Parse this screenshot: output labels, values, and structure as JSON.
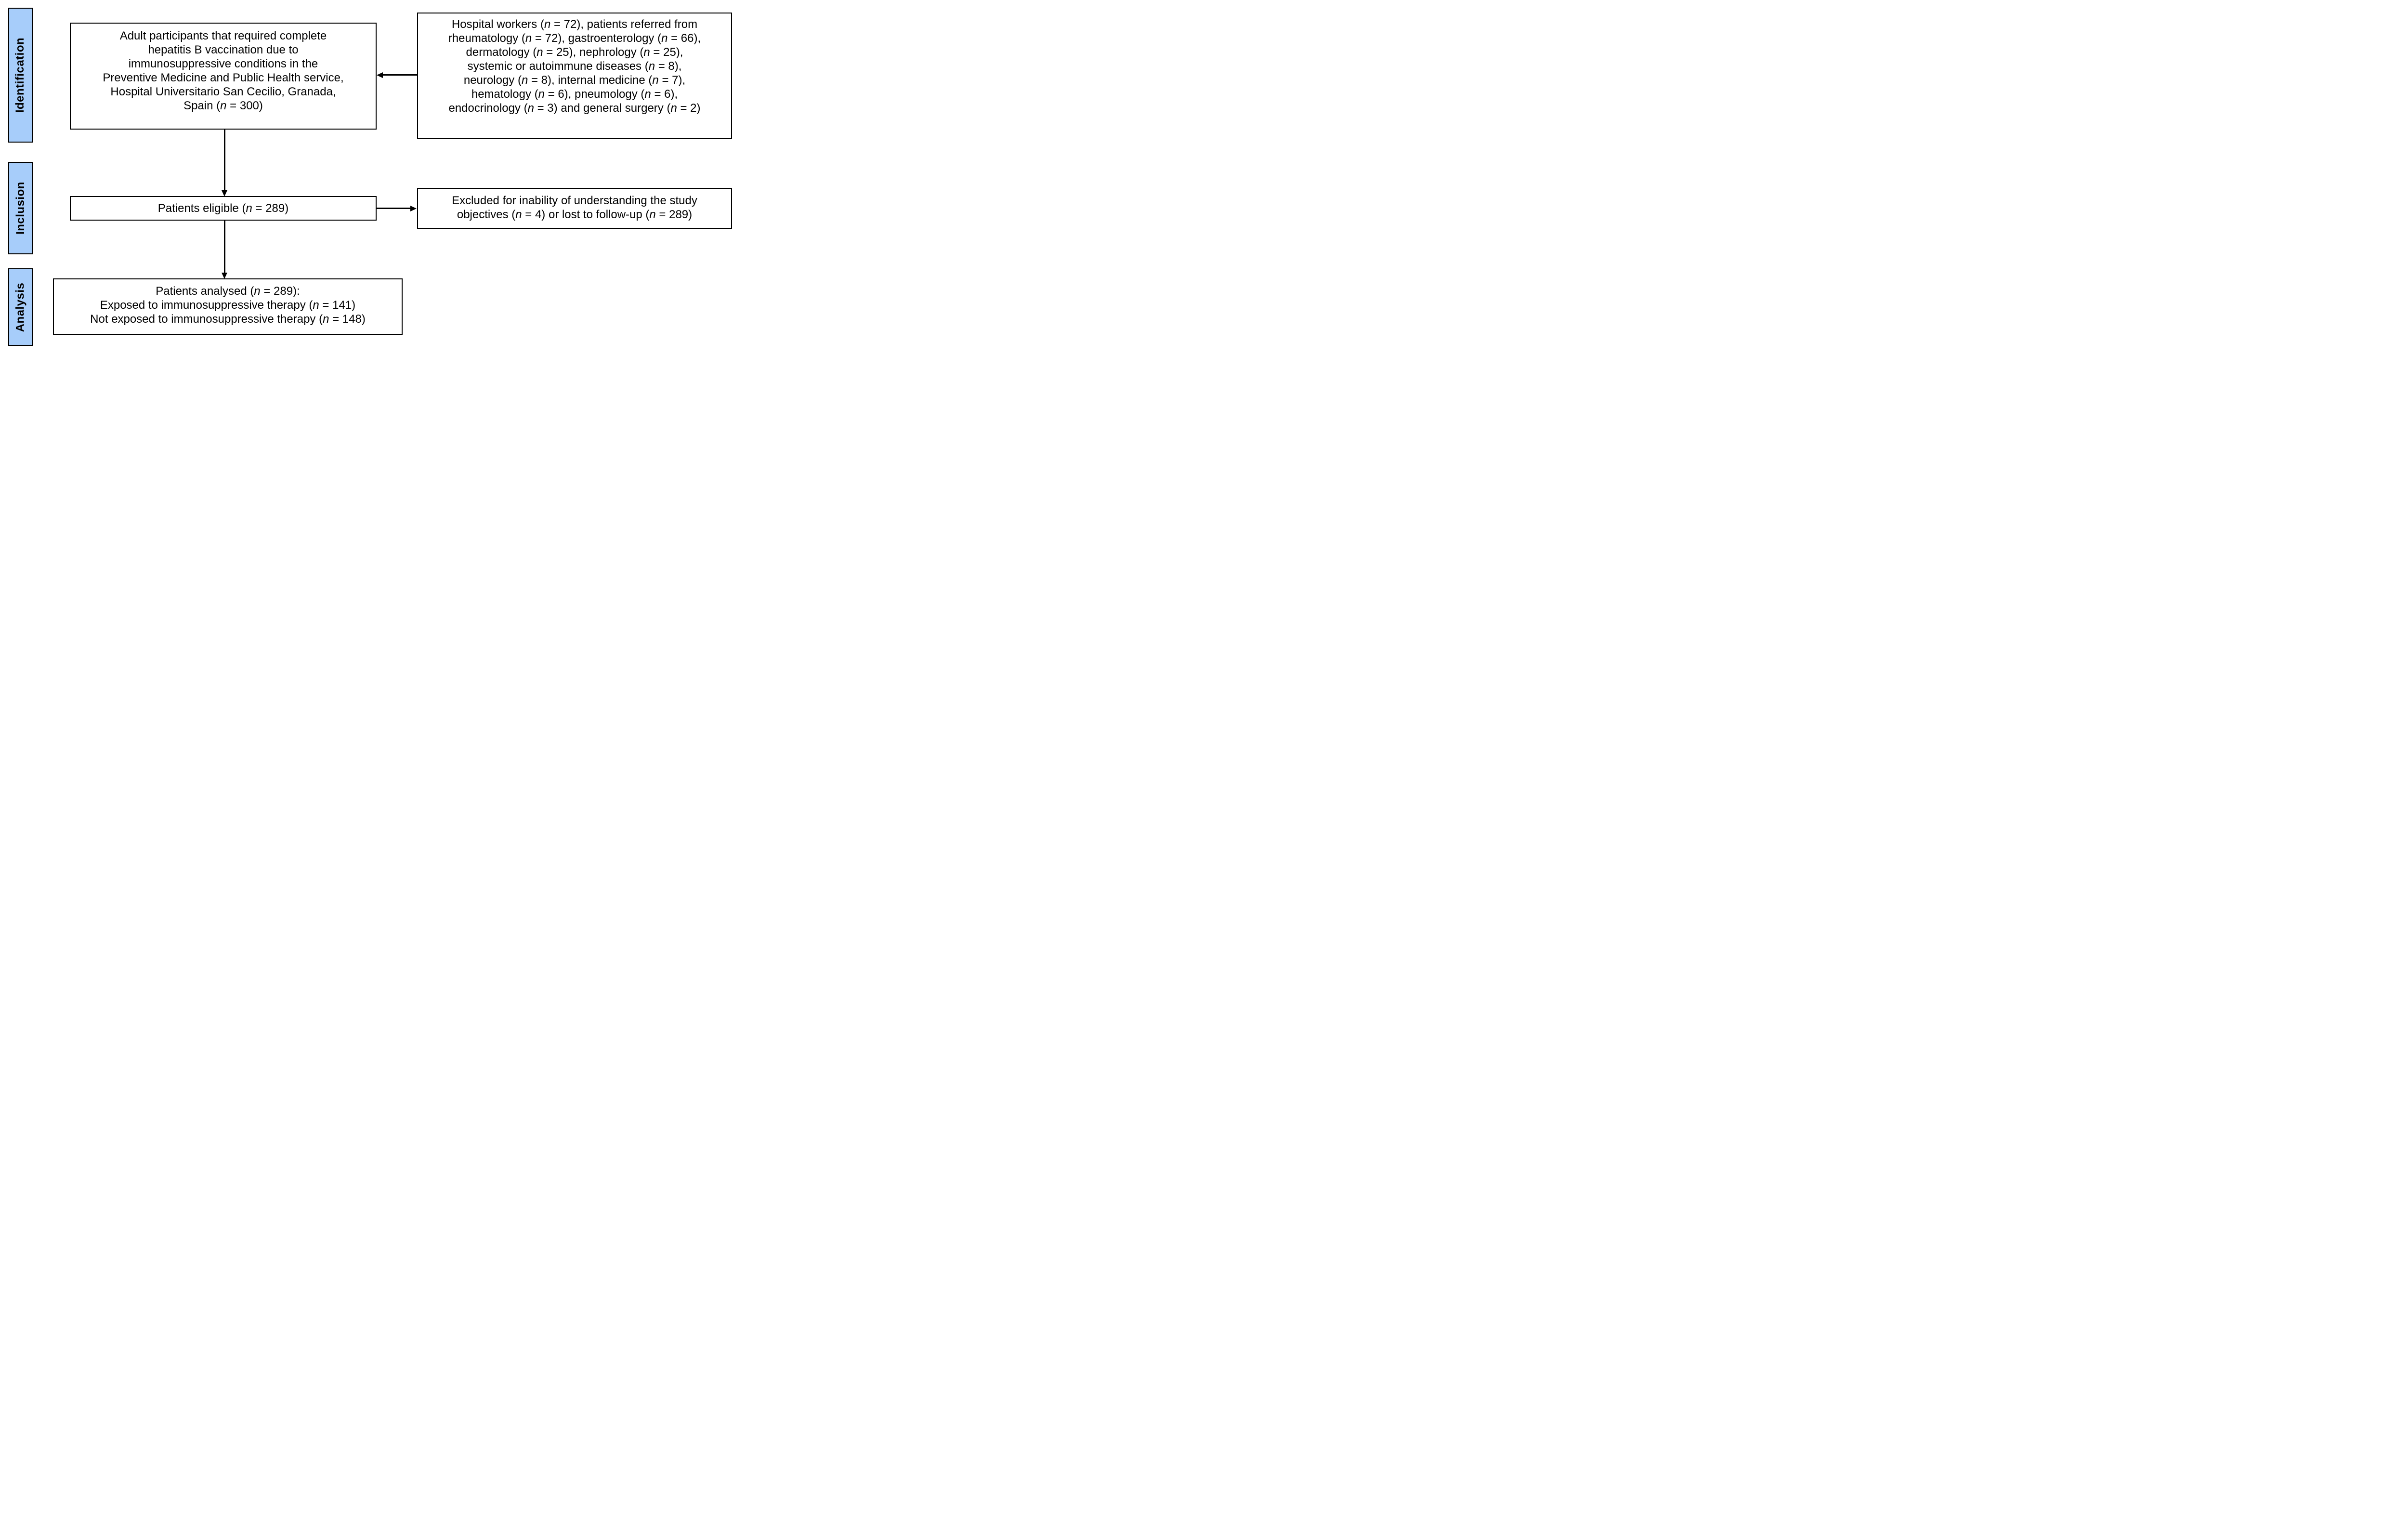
{
  "diagram": {
    "stages": [
      {
        "label": "Identification"
      },
      {
        "label": "Inclusion"
      },
      {
        "label": "Analysis"
      }
    ],
    "boxes": {
      "population": {
        "lines": [
          "Adult participants that required complete",
          "hepatitis B vaccination due to",
          "immunosuppressive conditions in the",
          "Preventive Medicine and Public Health service,",
          "Hospital Universitario San Cecilio, Granada,",
          "Spain (n = 300)"
        ]
      },
      "sources": {
        "lines": [
          "Hospital workers (n = 72), patients referred from",
          "rheumatology (n = 72), gastroenterology (n = 66),",
          "dermatology (n = 25), nephrology (n = 25),",
          "systemic or autoimmune diseases (n = 8),",
          "neurology (n = 8), internal medicine (n = 7),",
          "hematology (n = 6), pneumology (n = 6),",
          "endocrinology (n = 3) and general surgery (n = 2)"
        ]
      },
      "eligible": {
        "lines": [
          "Patients eligible (n = 289)"
        ]
      },
      "excluded": {
        "lines": [
          "Excluded for inability of understanding the study",
          "objectives (n = 4) or lost to follow-up (n = 289)"
        ]
      },
      "analysed": {
        "lines": [
          "Patients analysed (n = 289):",
          "Exposed to immunosuppressive therapy (n = 141)",
          "Not exposed to immunosuppressive therapy (n = 148)"
        ]
      }
    },
    "colors": {
      "stage_fill": "#A7CDFA",
      "stage_border": "#000000",
      "box_fill": "#FFFFFF",
      "box_border": "#000000",
      "arrow": "#000000",
      "text": "#000000",
      "background": "#FFFFFF"
    }
  }
}
